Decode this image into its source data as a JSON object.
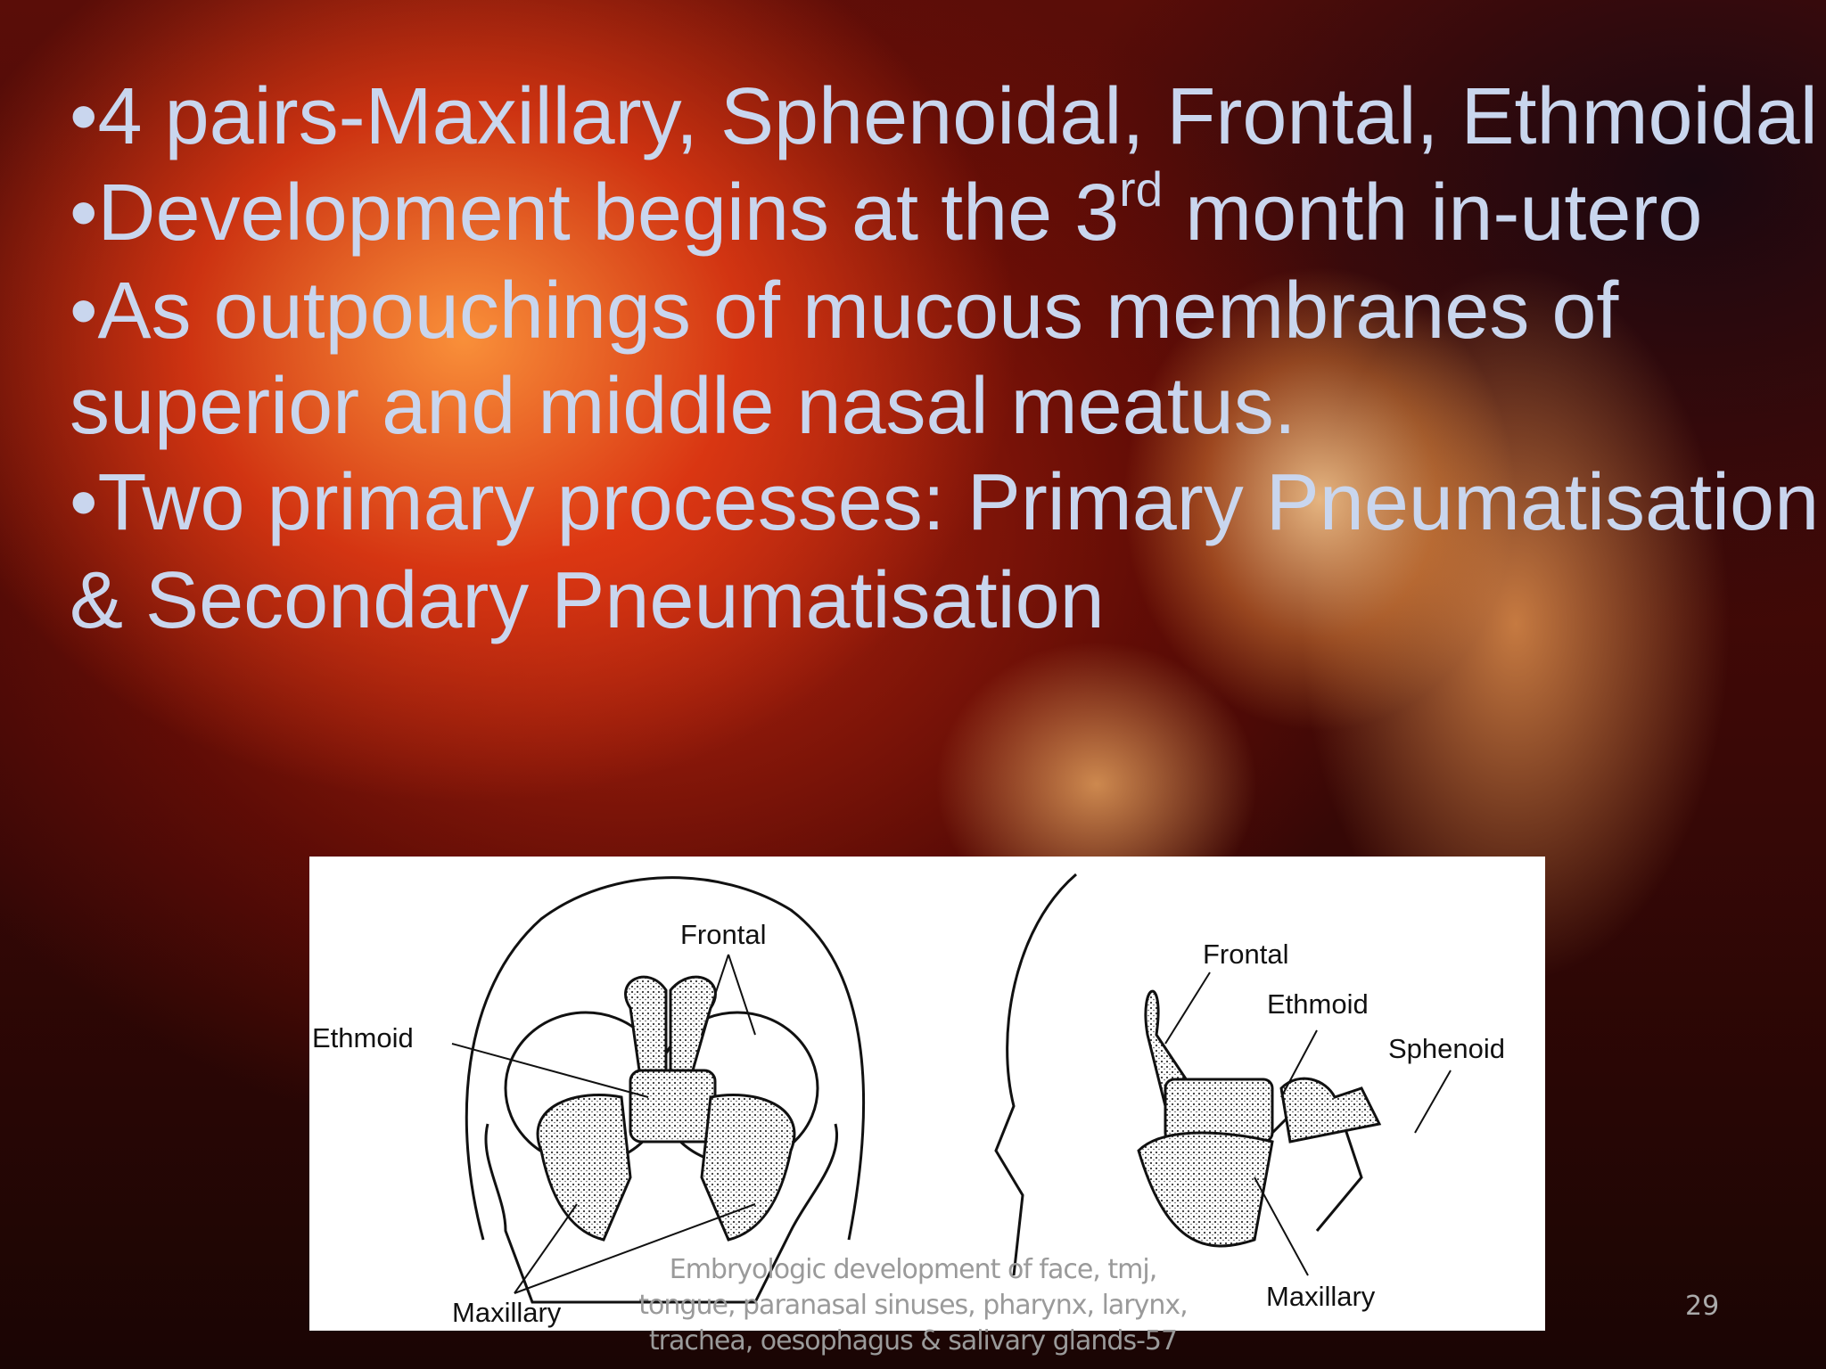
{
  "slide": {
    "bullets": [
      "•4 pairs-Maxillary, Sphenoidal, Frontal, Ethmoidal",
      {
        "pre": "•Development begins at the 3",
        "sup": "rd",
        "post": " month in-utero"
      },
      "•As outpouchings of mucous membranes of",
      "superior and middle nasal meatus.",
      "•Two primary processes: Primary Pneumatisation",
      "& Secondary Pneumatisation"
    ],
    "diagram_labels": {
      "front_frontal": "Frontal",
      "front_ethmoid": "Ethmoid",
      "front_maxillary": "Maxillary",
      "side_frontal": "Frontal",
      "side_ethmoid": "Ethmoid",
      "side_sphenoid": "Sphenoid",
      "side_maxillary": "Maxillary"
    },
    "footer": [
      "Embryologic development of face, tmj,",
      "tongue, paranasal sinuses, pharynx, larynx,",
      "trachea, oesophagus & salivary glands-57"
    ],
    "page_number": "29",
    "text_color": "#c9d6ee"
  }
}
